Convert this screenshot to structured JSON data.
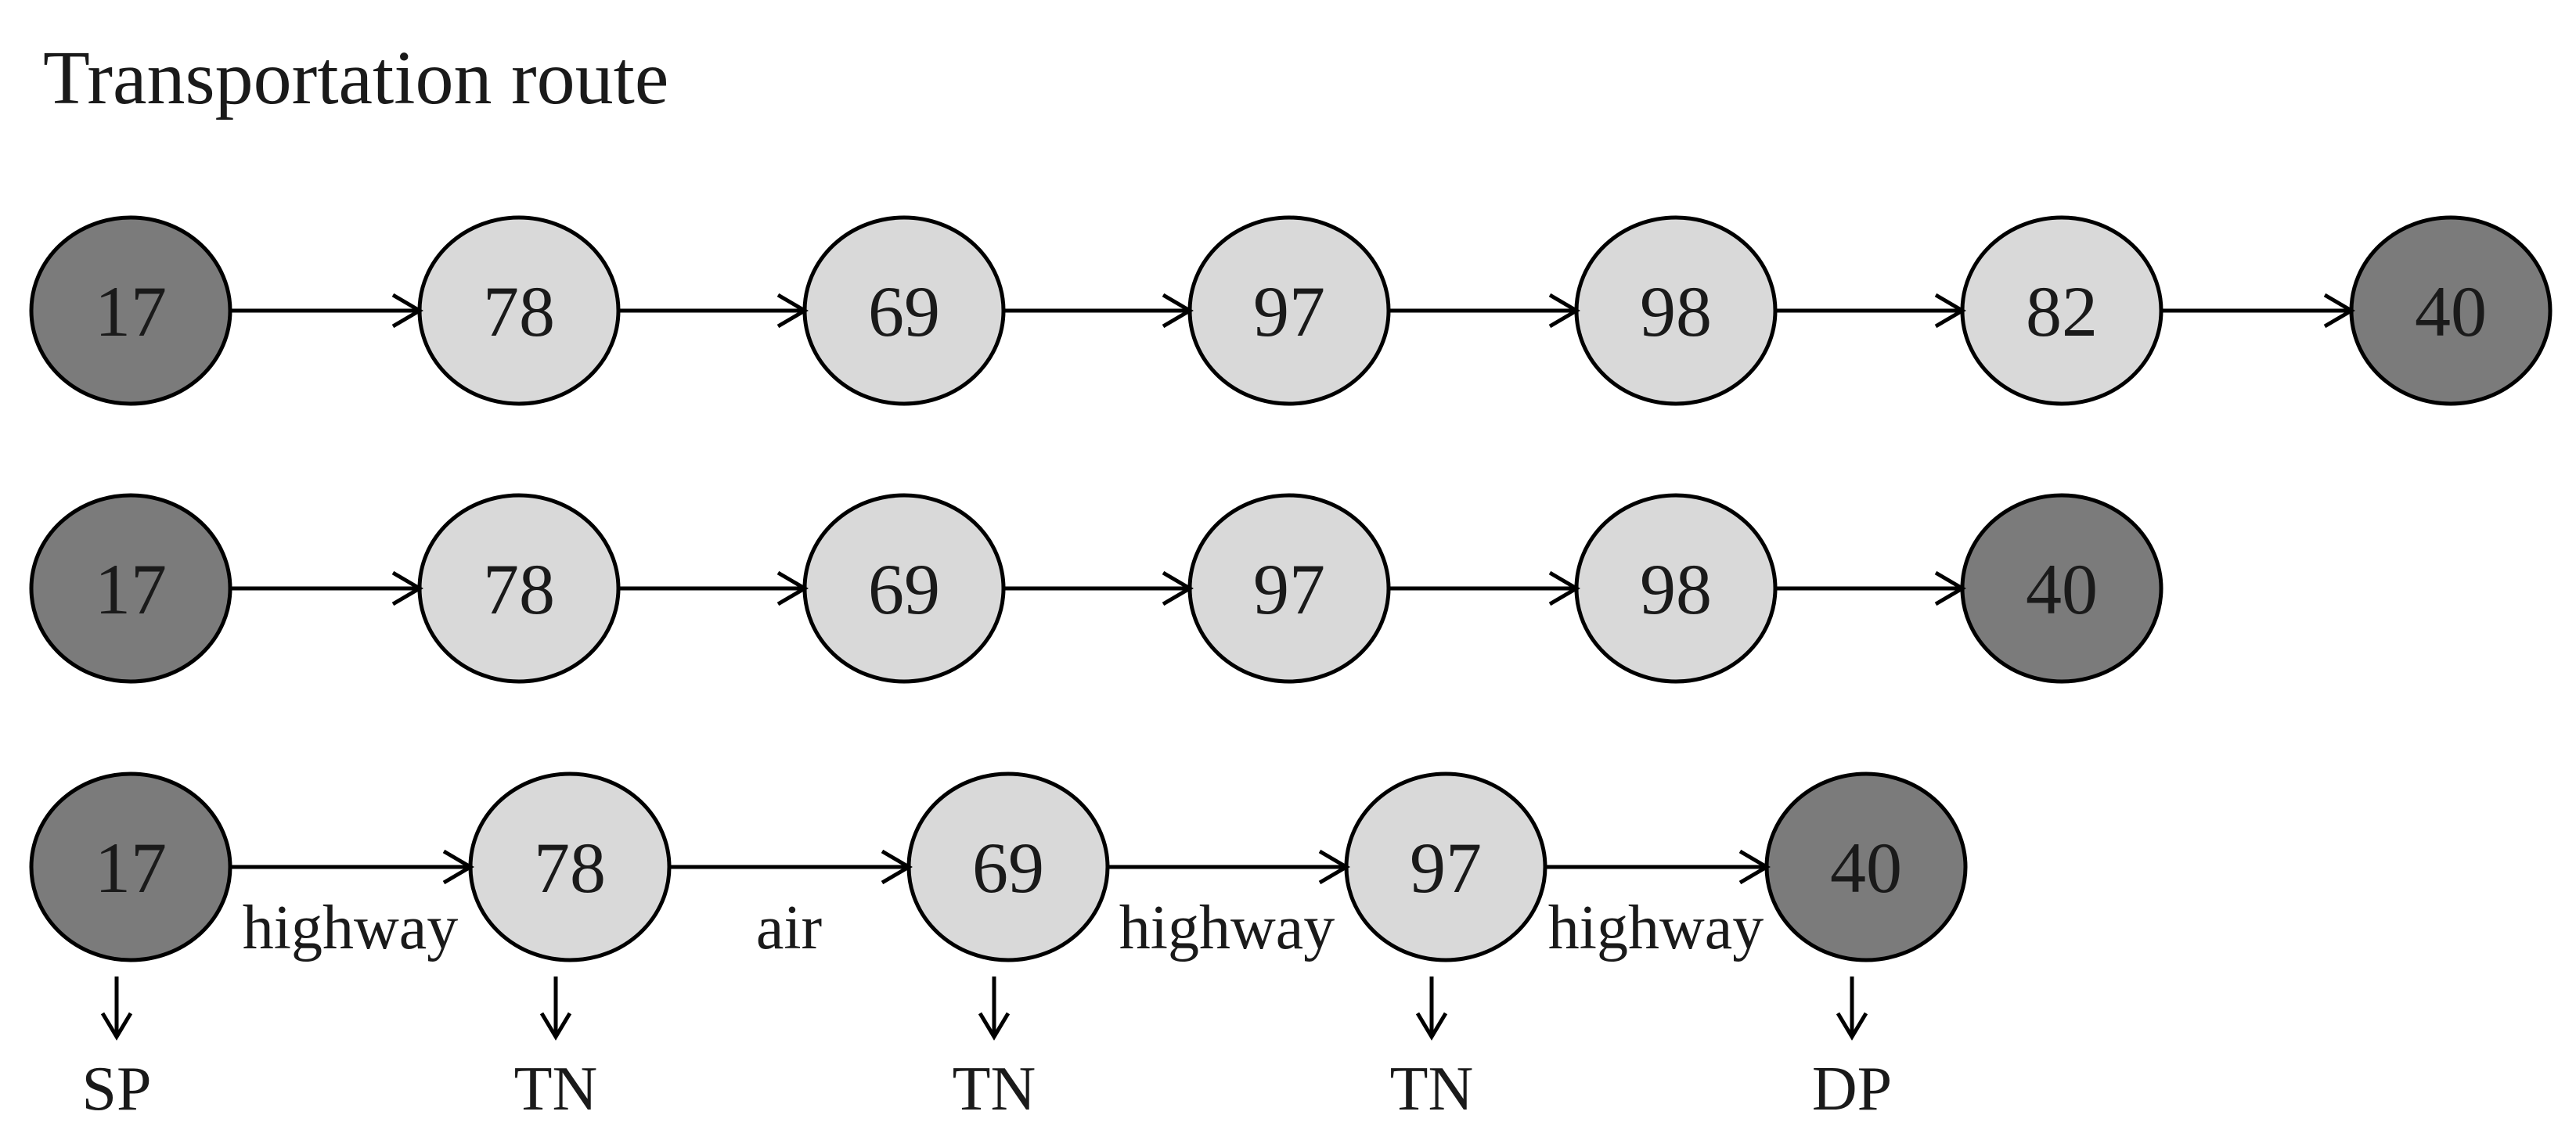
{
  "title": "Transportation route",
  "colors": {
    "endpoint_fill": "#7b7b7b",
    "intermediate_fill": "#d9d9d9",
    "stroke": "#000000"
  },
  "routes": [
    {
      "nodes": [
        {
          "label": "17",
          "kind": "endpoint"
        },
        {
          "label": "78",
          "kind": "intermediate"
        },
        {
          "label": "69",
          "kind": "intermediate"
        },
        {
          "label": "97",
          "kind": "intermediate"
        },
        {
          "label": "98",
          "kind": "intermediate"
        },
        {
          "label": "82",
          "kind": "intermediate"
        },
        {
          "label": "40",
          "kind": "endpoint"
        }
      ]
    },
    {
      "nodes": [
        {
          "label": "17",
          "kind": "endpoint"
        },
        {
          "label": "78",
          "kind": "intermediate"
        },
        {
          "label": "69",
          "kind": "intermediate"
        },
        {
          "label": "97",
          "kind": "intermediate"
        },
        {
          "label": "98",
          "kind": "intermediate"
        },
        {
          "label": "40",
          "kind": "endpoint"
        }
      ]
    },
    {
      "nodes": [
        {
          "label": "17",
          "kind": "endpoint",
          "role": "SP"
        },
        {
          "label": "78",
          "kind": "intermediate",
          "role": "TN"
        },
        {
          "label": "69",
          "kind": "intermediate",
          "role": "TN"
        },
        {
          "label": "97",
          "kind": "intermediate",
          "role": "TN"
        },
        {
          "label": "40",
          "kind": "endpoint",
          "role": "DP"
        }
      ],
      "edges": [
        "highway",
        "air",
        "highway",
        "highway"
      ]
    }
  ]
}
